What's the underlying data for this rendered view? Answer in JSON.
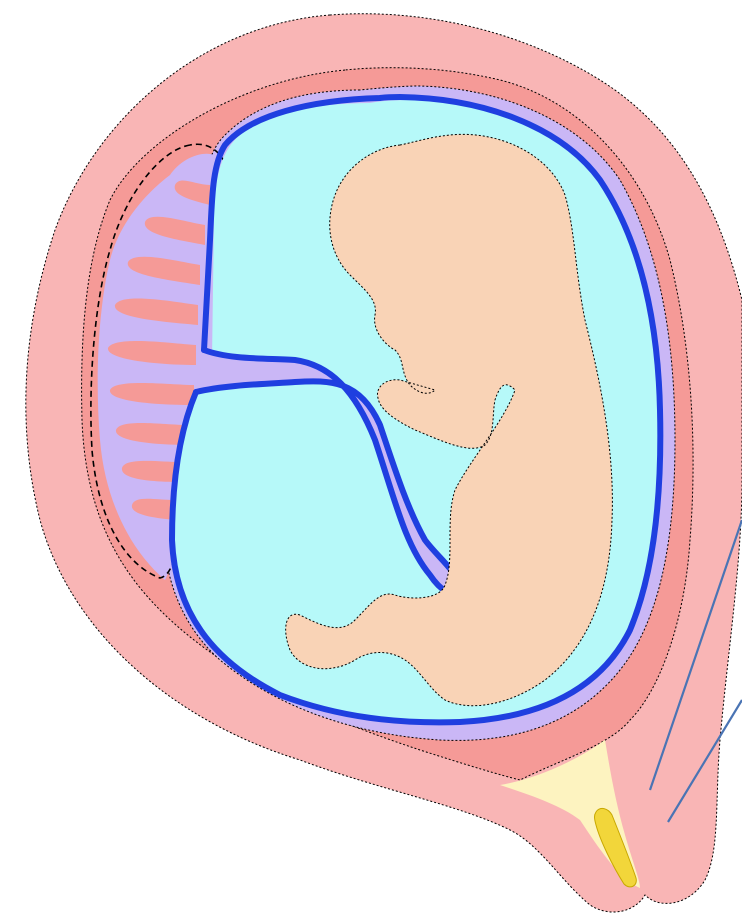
{
  "diagram": {
    "colors": {
      "decidua_outer": "#f9b5b5",
      "decidua_inner": "#f59a97",
      "chorion": "#cab7f6",
      "amnion_line": "#1f3fe0",
      "amniotic_fluid": "#b6f9f9",
      "embryo": "#f9d3b6",
      "cervical_canal": "#fdf3c0",
      "mucus_plug": "#f2d63a",
      "leader_line": "#4a74b4"
    },
    "structures": [
      {
        "name": "decidua-capsularis-outer"
      },
      {
        "name": "decidua-inner-layer"
      },
      {
        "name": "chorion-layer"
      },
      {
        "name": "amniotic-cavity"
      },
      {
        "name": "embryo"
      },
      {
        "name": "umbilical-cord"
      },
      {
        "name": "chorion-frondosum-villi"
      },
      {
        "name": "cervical-canal"
      },
      {
        "name": "mucus-plug"
      }
    ]
  }
}
